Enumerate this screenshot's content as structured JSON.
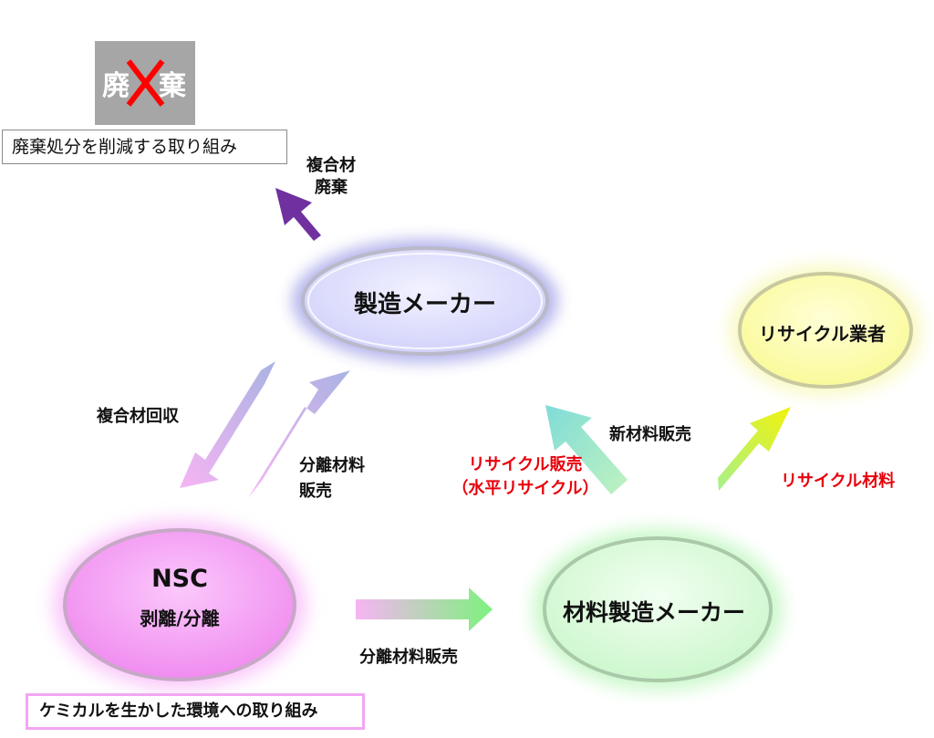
{
  "waste_box": {
    "left_char": "廃",
    "right_char": "棄",
    "x_mark_color": "#ff0000",
    "bg_color": "#a6a6a6"
  },
  "waste_reduction_label": "廃棄処分を削減する取り組み",
  "nodes": {
    "manufacturer": {
      "label": "製造メーカー"
    },
    "recycler": {
      "label": "リサイクル業者"
    },
    "nsc": {
      "title": "NSC",
      "subtitle": "剥離/分離"
    },
    "material_maker": {
      "label": "材料製造メーカー"
    }
  },
  "arrows": {
    "composite_disposal": {
      "line1": "複合材",
      "line2": "廃棄"
    },
    "composite_collection": "複合材回収",
    "separated_sale": {
      "line1": "分離材料",
      "line2": "販売"
    },
    "new_material_sale": "新材料販売",
    "recycle_sale": {
      "line1": "リサイクル販売",
      "line2": "（水平リサイクル）"
    },
    "recycled_material": "リサイクル材料",
    "separated_material_sale": "分離材料販売"
  },
  "chemical_env_label": "ケミカルを生かした環境への取り組み",
  "colors": {
    "accent_red": "#e8000b",
    "manufacturer": "#dcdcff",
    "recycler": "#ffffb0",
    "nsc": "#f4a0f4",
    "material_maker": "#d9ffd9",
    "purple_arrow": "#7030a0"
  }
}
